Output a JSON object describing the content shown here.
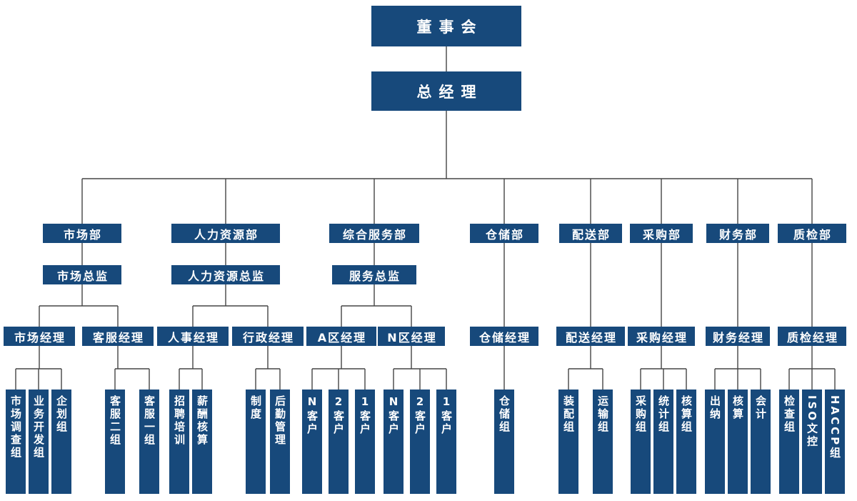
{
  "org": {
    "root": "董事会",
    "gm": "总经理",
    "departments": [
      {
        "label": "市场部",
        "director": "市场总监",
        "managers": [
          {
            "label": "市场经理",
            "teams": [
              "市场调查组",
              "业务开发组",
              "企划组"
            ]
          },
          {
            "label": "客服经理",
            "teams": [
              "客服二组",
              "客服一组"
            ]
          }
        ]
      },
      {
        "label": "人力资源部",
        "director": "人力资源总监",
        "managers": [
          {
            "label": "人事经理",
            "teams": [
              "招聘培训",
              "薪酬核算"
            ]
          },
          {
            "label": "行政经理",
            "teams": [
              "制度",
              "后勤管理"
            ]
          }
        ]
      },
      {
        "label": "综合服务部",
        "director": "服务总监",
        "managers": [
          {
            "label": "A区经理",
            "teams": [
              "N客户",
              "2客户",
              "1客户"
            ]
          },
          {
            "label": "N区经理",
            "teams": [
              "N客户",
              "2客户",
              "1客户"
            ]
          }
        ]
      },
      {
        "label": "仓储部",
        "managers": [
          {
            "label": "仓储经理",
            "teams": [
              "仓储组"
            ]
          }
        ]
      },
      {
        "label": "配送部",
        "managers": [
          {
            "label": "配送经理",
            "teams": [
              "装配组",
              "运输组"
            ]
          }
        ]
      },
      {
        "label": "采购部",
        "managers": [
          {
            "label": "采购经理",
            "teams": [
              "采购组",
              "统计组",
              "核算组"
            ]
          }
        ]
      },
      {
        "label": "财务部",
        "managers": [
          {
            "label": "财务经理",
            "teams": [
              "出纳",
              "核算",
              "会计"
            ]
          }
        ]
      },
      {
        "label": "质检部",
        "managers": [
          {
            "label": "质检经理",
            "teams": [
              "检查组",
              "ISO文控",
              "HACCP组"
            ]
          }
        ]
      }
    ],
    "colors": {
      "box": "#17497b",
      "line": "#454545",
      "text": "#ffffff",
      "background": "#ffffff"
    }
  }
}
